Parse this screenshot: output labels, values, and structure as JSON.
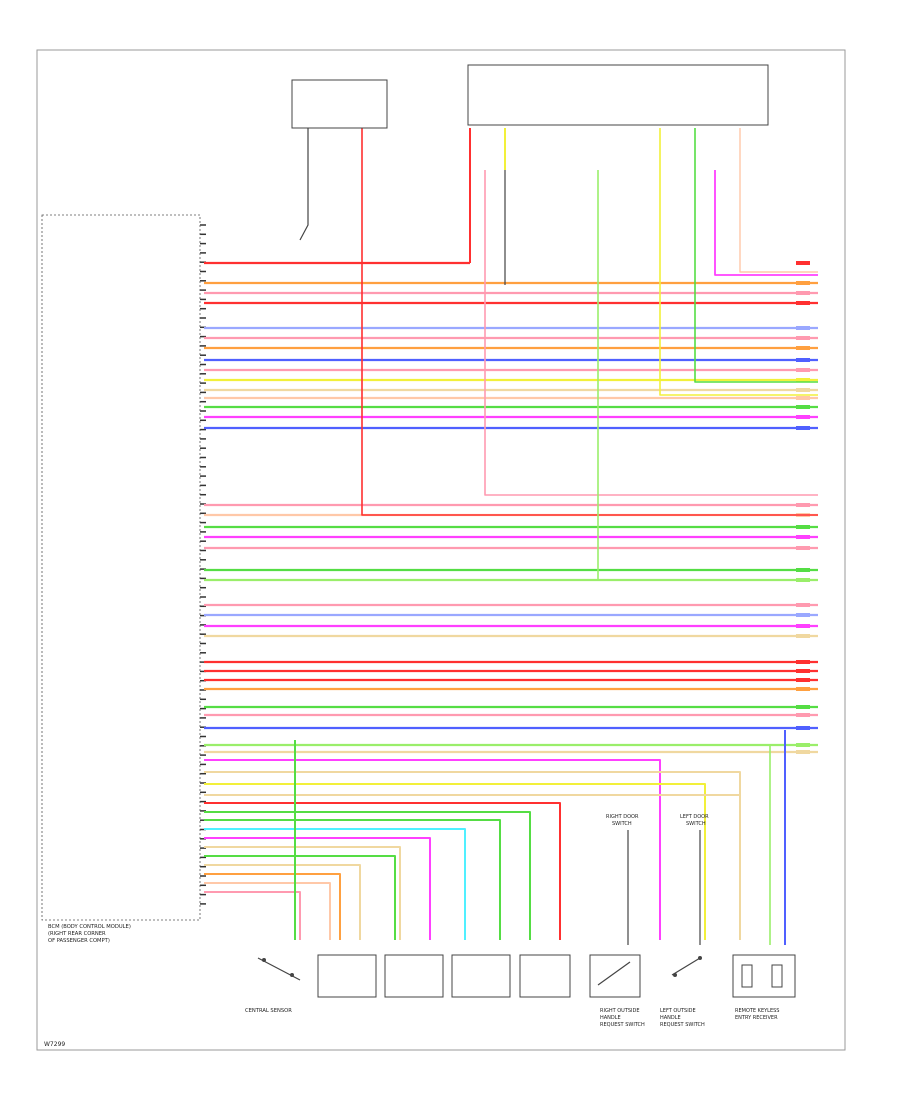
{
  "figure_code": "W7299",
  "module_label": [
    "BCM (BODY CONTROL MODULE)",
    "(RIGHT REAR CORNER",
    "OF PASSENGER COMPT)"
  ],
  "component_labels": {
    "central_sensor": "CENTRAL SENSOR",
    "right_door_switch": [
      "RIGHT DOOR",
      "SWITCH"
    ],
    "left_door_switch": [
      "LEFT DOOR",
      "SWITCH"
    ],
    "right_outside_handle": [
      "RIGHT OUTSIDE",
      "HANDLE",
      "REQUEST SWITCH"
    ],
    "left_outside_handle": [
      "LEFT OUTSIDE",
      "HANDLE",
      "REQUEST SWITCH"
    ],
    "remote_keyless": [
      "REMOTE KEYLESS",
      "ENTRY RECEIVER"
    ]
  },
  "wire_colors": {
    "red": "#ff3030",
    "pink": "#ff9ab0",
    "orange": "#ffa040",
    "blue": "#5060ff",
    "light_blue": "#9aa8ff",
    "yellow": "#f2f03a",
    "green": "#55dd44",
    "lt_green": "#9aee6a",
    "violet": "#ff40ff",
    "tan": "#f0d8a0",
    "cyan": "#50f0ff",
    "peach": "#ffc8a8",
    "black": "#444444"
  }
}
